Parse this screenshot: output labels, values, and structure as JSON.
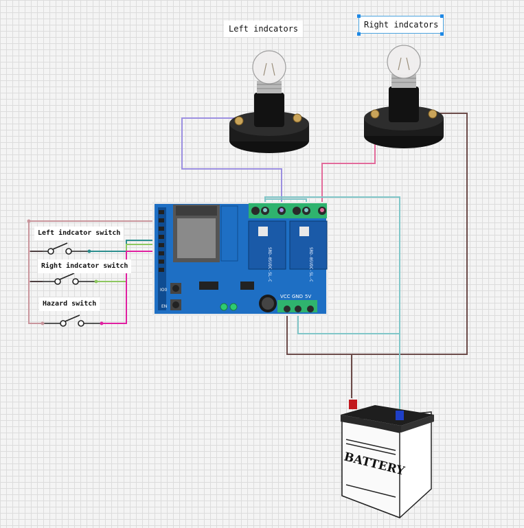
{
  "labels": {
    "left_indicators": "Left indcators",
    "right_indicators": "Right indcators",
    "left_switch": "Left indcator switch",
    "right_switch": "Right indcator switch",
    "hazard_switch": "Hazard switch"
  },
  "board": {
    "terminal_vcc": "VCC",
    "terminal_gnd": "GND",
    "terminal_5v": "5V",
    "io0": "IO0",
    "en": "EN",
    "relay_text": "SRD-05VDC-SL-C"
  },
  "battery": {
    "text": "BATTERY"
  },
  "icons": [
    "bulb-icon",
    "relay-icon",
    "battery-icon",
    "switch-icon"
  ],
  "colors": {
    "wire_purple": "#9b8ee0",
    "wire_pink": "#e26a9a",
    "wire_brown": "#6b4a48",
    "wire_teal": "#7fc6c8",
    "wire_green": "#8dc760",
    "wire_magenta": "#e01fa0",
    "wire_dark_teal": "#2b8e8e",
    "board_blue": "#1565c0"
  }
}
